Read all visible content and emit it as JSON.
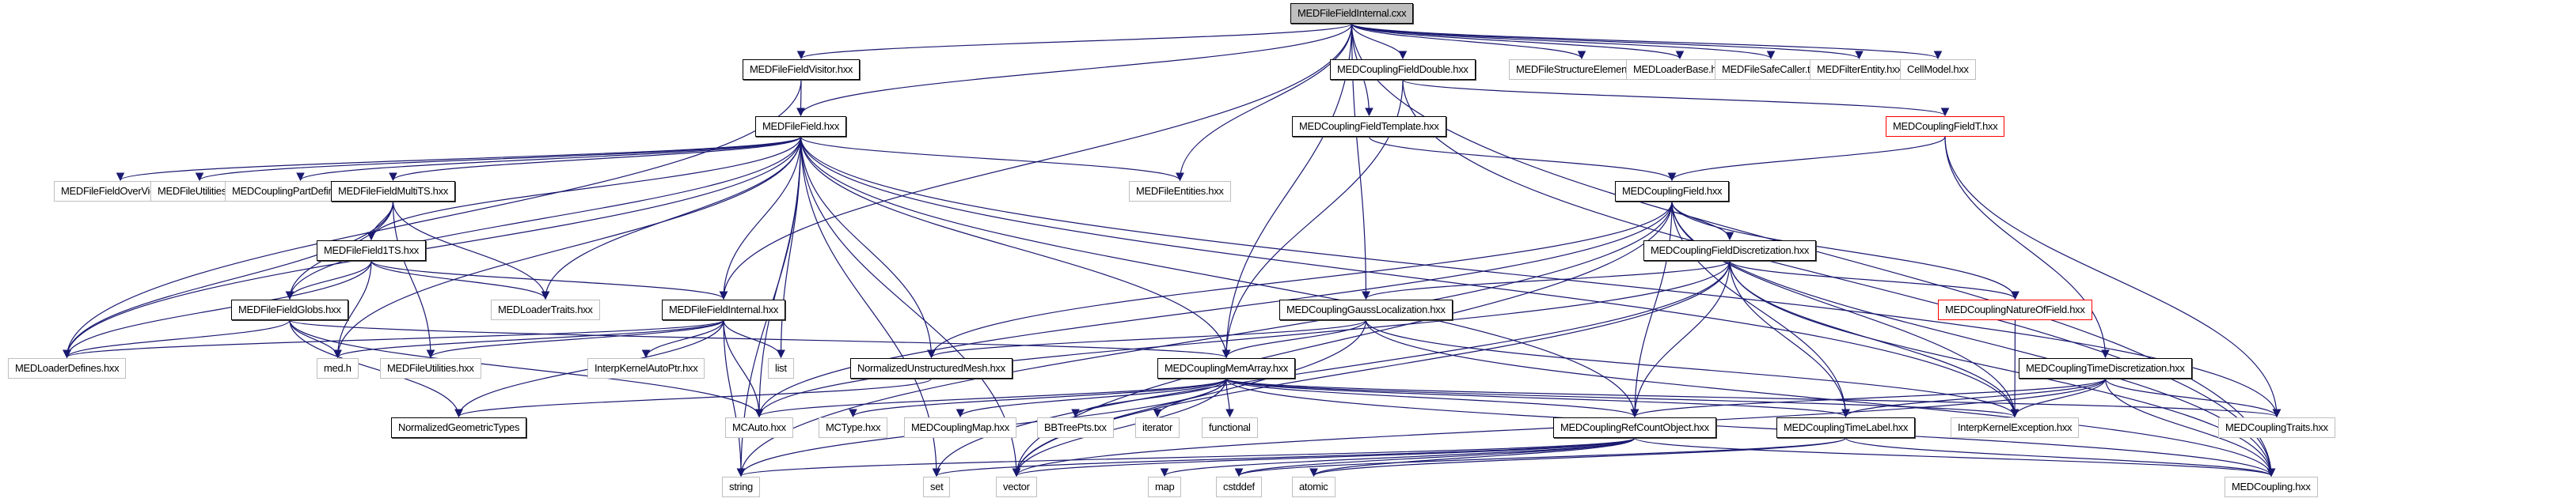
{
  "title": "MEDFileFieldInternal.cxx include dependency graph",
  "edge_color": "#191970",
  "nodes": [
    {
      "id": "root",
      "label": "MEDFileFieldInternal.cxx",
      "style": "root"
    },
    {
      "id": "visitor",
      "label": "MEDFileFieldVisitor.hxx",
      "style": "solid"
    },
    {
      "id": "fielddouble",
      "label": "MEDCouplingFieldDouble.hxx",
      "style": "solid"
    },
    {
      "id": "structelem",
      "label": "MEDFileStructureElement.hxx",
      "style": "grey"
    },
    {
      "id": "loaderbase",
      "label": "MEDLoaderBase.hxx",
      "style": "grey"
    },
    {
      "id": "safecaller",
      "label": "MEDFileSafeCaller.txx",
      "style": "grey"
    },
    {
      "id": "filterentity",
      "label": "MEDFilterEntity.hxx",
      "style": "grey"
    },
    {
      "id": "cellmodel",
      "label": "CellModel.hxx",
      "style": "grey"
    },
    {
      "id": "filefield",
      "label": "MEDFileField.hxx",
      "style": "solid"
    },
    {
      "id": "fieldtemplate",
      "label": "MEDCouplingFieldTemplate.hxx",
      "style": "solid"
    },
    {
      "id": "fieldT",
      "label": "MEDCouplingFieldT.hxx",
      "style": "red"
    },
    {
      "id": "overview",
      "label": "MEDFileFieldOverView.hxx",
      "style": "grey"
    },
    {
      "id": "utilitiestxx",
      "label": "MEDFileUtilities.txx",
      "style": "grey"
    },
    {
      "id": "partdef",
      "label": "MEDCouplingPartDefinition.hxx",
      "style": "grey"
    },
    {
      "id": "multits",
      "label": "MEDFileFieldMultiTS.hxx",
      "style": "solid"
    },
    {
      "id": "entities",
      "label": "MEDFileEntities.hxx",
      "style": "grey"
    },
    {
      "id": "couplingfield",
      "label": "MEDCouplingField.hxx",
      "style": "solid"
    },
    {
      "id": "field1ts",
      "label": "MEDFileField1TS.hxx",
      "style": "solid"
    },
    {
      "id": "fielddisc",
      "label": "MEDCouplingFieldDiscretization.hxx",
      "style": "solid"
    },
    {
      "id": "globs",
      "label": "MEDFileFieldGlobs.hxx",
      "style": "solid"
    },
    {
      "id": "loadertraits",
      "label": "MEDLoaderTraits.hxx",
      "style": "grey"
    },
    {
      "id": "ffinternal",
      "label": "MEDFileFieldInternal.hxx",
      "style": "solid"
    },
    {
      "id": "gausslocal",
      "label": "MEDCouplingGaussLocalization.hxx",
      "style": "solid"
    },
    {
      "id": "nature",
      "label": "MEDCouplingNatureOfField.hxx",
      "style": "red"
    },
    {
      "id": "timedisc",
      "label": "MEDCouplingTimeDiscretization.hxx",
      "style": "solid"
    },
    {
      "id": "loaderdefines",
      "label": "MEDLoaderDefines.hxx",
      "style": "grey"
    },
    {
      "id": "medh",
      "label": "med.h",
      "style": "grey"
    },
    {
      "id": "utilitieshxx",
      "label": "MEDFileUtilities.hxx",
      "style": "grey"
    },
    {
      "id": "autoptr",
      "label": "InterpKernelAutoPtr.hxx",
      "style": "grey"
    },
    {
      "id": "list",
      "label": "list",
      "style": "grey"
    },
    {
      "id": "normmesh",
      "label": "NormalizedUnstructuredMesh.hxx",
      "style": "solid"
    },
    {
      "id": "memarray",
      "label": "MEDCouplingMemArray.hxx",
      "style": "solid"
    },
    {
      "id": "normgeo",
      "label": "NormalizedGeometricTypes",
      "style": "solid"
    },
    {
      "id": "mcauto",
      "label": "MCAuto.hxx",
      "style": "grey"
    },
    {
      "id": "mctype",
      "label": "MCType.hxx",
      "style": "grey"
    },
    {
      "id": "map_hxx",
      "label": "MEDCouplingMap.hxx",
      "style": "grey"
    },
    {
      "id": "bbtree",
      "label": "BBTreePts.txx",
      "style": "grey"
    },
    {
      "id": "iterator",
      "label": "iterator",
      "style": "grey"
    },
    {
      "id": "functional",
      "label": "functional",
      "style": "grey"
    },
    {
      "id": "refcount",
      "label": "MEDCouplingRefCountObject.hxx",
      "style": "solid"
    },
    {
      "id": "timelabel",
      "label": "MEDCouplingTimeLabel.hxx",
      "style": "solid"
    },
    {
      "id": "ikexception",
      "label": "InterpKernelException.hxx",
      "style": "grey"
    },
    {
      "id": "traits",
      "label": "MEDCouplingTraits.hxx",
      "style": "grey"
    },
    {
      "id": "string",
      "label": "string",
      "style": "grey"
    },
    {
      "id": "set",
      "label": "set",
      "style": "grey"
    },
    {
      "id": "vector",
      "label": "vector",
      "style": "grey"
    },
    {
      "id": "map",
      "label": "map",
      "style": "grey"
    },
    {
      "id": "cstddef",
      "label": "cstddef",
      "style": "grey"
    },
    {
      "id": "atomic",
      "label": "atomic",
      "style": "grey"
    },
    {
      "id": "medcoupling",
      "label": "MEDCoupling.hxx",
      "style": "grey"
    }
  ],
  "edges": [
    [
      "root",
      "visitor"
    ],
    [
      "root",
      "filefield"
    ],
    [
      "root",
      "fielddouble"
    ],
    [
      "root",
      "structelem"
    ],
    [
      "root",
      "loaderbase"
    ],
    [
      "root",
      "safecaller"
    ],
    [
      "root",
      "filterentity"
    ],
    [
      "root",
      "cellmodel"
    ],
    [
      "root",
      "entities"
    ],
    [
      "root",
      "ffinternal"
    ],
    [
      "root",
      "gausslocal"
    ],
    [
      "root",
      "memarray"
    ],
    [
      "root",
      "fieldtemplate"
    ],
    [
      "root",
      "medcoupling"
    ],
    [
      "visitor",
      "filefield"
    ],
    [
      "visitor",
      "loaderdefines"
    ],
    [
      "fielddouble",
      "fieldT"
    ],
    [
      "fielddouble",
      "memarray"
    ],
    [
      "fielddouble",
      "medcoupling"
    ],
    [
      "fieldtemplate",
      "couplingfield"
    ],
    [
      "fieldT",
      "couplingfield"
    ],
    [
      "fieldT",
      "timedisc"
    ],
    [
      "fieldT",
      "traits"
    ],
    [
      "filefield",
      "overview"
    ],
    [
      "filefield",
      "utilitiestxx"
    ],
    [
      "filefield",
      "partdef"
    ],
    [
      "filefield",
      "multits"
    ],
    [
      "filefield",
      "entities"
    ],
    [
      "filefield",
      "field1ts"
    ],
    [
      "filefield",
      "globs"
    ],
    [
      "filefield",
      "loadertraits"
    ],
    [
      "filefield",
      "ffinternal"
    ],
    [
      "filefield",
      "loaderdefines"
    ],
    [
      "filefield",
      "medh"
    ],
    [
      "filefield",
      "list"
    ],
    [
      "filefield",
      "normmesh"
    ],
    [
      "filefield",
      "memarray"
    ],
    [
      "filefield",
      "mcauto"
    ],
    [
      "filefield",
      "string"
    ],
    [
      "filefield",
      "vector"
    ],
    [
      "filefield",
      "set"
    ],
    [
      "filefield",
      "refcount"
    ],
    [
      "filefield",
      "ikexception"
    ],
    [
      "filefield",
      "traits"
    ],
    [
      "multits",
      "field1ts"
    ],
    [
      "multits",
      "globs"
    ],
    [
      "multits",
      "loadertraits"
    ],
    [
      "multits",
      "loaderdefines"
    ],
    [
      "multits",
      "utilitieshxx"
    ],
    [
      "field1ts",
      "globs"
    ],
    [
      "field1ts",
      "loadertraits"
    ],
    [
      "field1ts",
      "ffinternal"
    ],
    [
      "field1ts",
      "loaderdefines"
    ],
    [
      "field1ts",
      "medh"
    ],
    [
      "globs",
      "loaderdefines"
    ],
    [
      "globs",
      "medh"
    ],
    [
      "globs",
      "memarray"
    ],
    [
      "globs",
      "normgeo"
    ],
    [
      "globs",
      "mcauto"
    ],
    [
      "ffinternal",
      "loaderdefines"
    ],
    [
      "ffinternal",
      "medh"
    ],
    [
      "ffinternal",
      "utilitieshxx"
    ],
    [
      "ffinternal",
      "autoptr"
    ],
    [
      "ffinternal",
      "list"
    ],
    [
      "ffinternal",
      "normgeo"
    ],
    [
      "ffinternal",
      "mcauto"
    ],
    [
      "ffinternal",
      "string"
    ],
    [
      "couplingfield",
      "fielddisc"
    ],
    [
      "couplingfield",
      "normmesh"
    ],
    [
      "couplingfield",
      "nature"
    ],
    [
      "couplingfield",
      "refcount"
    ],
    [
      "couplingfield",
      "timelabel"
    ],
    [
      "couplingfield",
      "ikexception"
    ],
    [
      "couplingfield",
      "mcauto"
    ],
    [
      "couplingfield",
      "vector"
    ],
    [
      "couplingfield",
      "medcoupling"
    ],
    [
      "couplingfield",
      "string"
    ],
    [
      "fielddisc",
      "gausslocal"
    ],
    [
      "fielddisc",
      "nature"
    ],
    [
      "fielddisc",
      "refcount"
    ],
    [
      "fielddisc",
      "timelabel"
    ],
    [
      "fielddisc",
      "ikexception"
    ],
    [
      "fielddisc",
      "mcauto"
    ],
    [
      "fielddisc",
      "vector"
    ],
    [
      "fielddisc",
      "set"
    ],
    [
      "fielddisc",
      "medcoupling"
    ],
    [
      "gausslocal",
      "memarray"
    ],
    [
      "gausslocal",
      "normmesh"
    ],
    [
      "gausslocal",
      "ikexception"
    ],
    [
      "gausslocal",
      "vector"
    ],
    [
      "gausslocal",
      "medcoupling"
    ],
    [
      "nature",
      "ikexception"
    ],
    [
      "timedisc",
      "refcount"
    ],
    [
      "timedisc",
      "timelabel"
    ],
    [
      "timedisc",
      "ikexception"
    ],
    [
      "timedisc",
      "traits"
    ],
    [
      "timedisc",
      "medcoupling"
    ],
    [
      "timedisc",
      "vector"
    ],
    [
      "normmesh",
      "normgeo"
    ],
    [
      "memarray",
      "mcauto"
    ],
    [
      "memarray",
      "mctype"
    ],
    [
      "memarray",
      "map_hxx"
    ],
    [
      "memarray",
      "bbtree"
    ],
    [
      "memarray",
      "iterator"
    ],
    [
      "memarray",
      "functional"
    ],
    [
      "memarray",
      "refcount"
    ],
    [
      "memarray",
      "timelabel"
    ],
    [
      "memarray",
      "ikexception"
    ],
    [
      "memarray",
      "traits"
    ],
    [
      "memarray",
      "string"
    ],
    [
      "memarray",
      "vector"
    ],
    [
      "memarray",
      "medcoupling"
    ],
    [
      "refcount",
      "string"
    ],
    [
      "refcount",
      "set"
    ],
    [
      "refcount",
      "vector"
    ],
    [
      "refcount",
      "map"
    ],
    [
      "refcount",
      "cstddef"
    ],
    [
      "refcount",
      "atomic"
    ],
    [
      "refcount",
      "medcoupling"
    ],
    [
      "timelabel",
      "cstddef"
    ],
    [
      "timelabel",
      "atomic"
    ],
    [
      "timelabel",
      "medcoupling"
    ]
  ]
}
